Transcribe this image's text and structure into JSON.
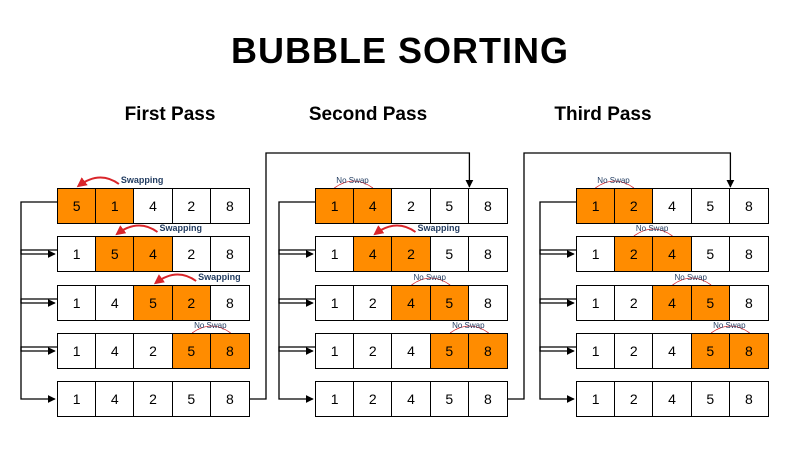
{
  "title": "BUBBLE SORTING",
  "colors": {
    "highlight": "#ff8c00",
    "arrow": "#d9252a",
    "label": "#1f3a5f"
  },
  "passes": [
    {
      "title": "First Pass",
      "rows": [
        {
          "values": [
            "5",
            "1",
            "4",
            "2",
            "8"
          ],
          "highlight": [
            0,
            1
          ],
          "label": "Swapping"
        },
        {
          "values": [
            "1",
            "5",
            "4",
            "2",
            "8"
          ],
          "highlight": [
            1,
            2
          ],
          "label": "Swapping"
        },
        {
          "values": [
            "1",
            "4",
            "5",
            "2",
            "8"
          ],
          "highlight": [
            2,
            3
          ],
          "label": "Swapping"
        },
        {
          "values": [
            "1",
            "4",
            "2",
            "5",
            "8"
          ],
          "highlight": [
            3,
            4
          ],
          "label": "No Swap"
        },
        {
          "values": [
            "1",
            "4",
            "2",
            "5",
            "8"
          ],
          "highlight": [],
          "label": ""
        }
      ]
    },
    {
      "title": "Second Pass",
      "rows": [
        {
          "values": [
            "1",
            "4",
            "2",
            "5",
            "8"
          ],
          "highlight": [
            0,
            1
          ],
          "label": "No Swap"
        },
        {
          "values": [
            "1",
            "4",
            "2",
            "5",
            "8"
          ],
          "highlight": [
            1,
            2
          ],
          "label": "Swapping"
        },
        {
          "values": [
            "1",
            "2",
            "4",
            "5",
            "8"
          ],
          "highlight": [
            2,
            3
          ],
          "label": "No Swap"
        },
        {
          "values": [
            "1",
            "2",
            "4",
            "5",
            "8"
          ],
          "highlight": [
            3,
            4
          ],
          "label": "No Swap"
        },
        {
          "values": [
            "1",
            "2",
            "4",
            "5",
            "8"
          ],
          "highlight": [],
          "label": ""
        }
      ]
    },
    {
      "title": "Third Pass",
      "rows": [
        {
          "values": [
            "1",
            "2",
            "4",
            "5",
            "8"
          ],
          "highlight": [
            0,
            1
          ],
          "label": "No Swap"
        },
        {
          "values": [
            "1",
            "2",
            "4",
            "5",
            "8"
          ],
          "highlight": [
            1,
            2
          ],
          "label": "No Swap"
        },
        {
          "values": [
            "1",
            "2",
            "4",
            "5",
            "8"
          ],
          "highlight": [
            2,
            3
          ],
          "label": "No Swap"
        },
        {
          "values": [
            "1",
            "2",
            "4",
            "5",
            "8"
          ],
          "highlight": [
            3,
            4
          ],
          "label": "No Swap"
        },
        {
          "values": [
            "1",
            "2",
            "4",
            "5",
            "8"
          ],
          "highlight": [],
          "label": ""
        }
      ]
    }
  ]
}
